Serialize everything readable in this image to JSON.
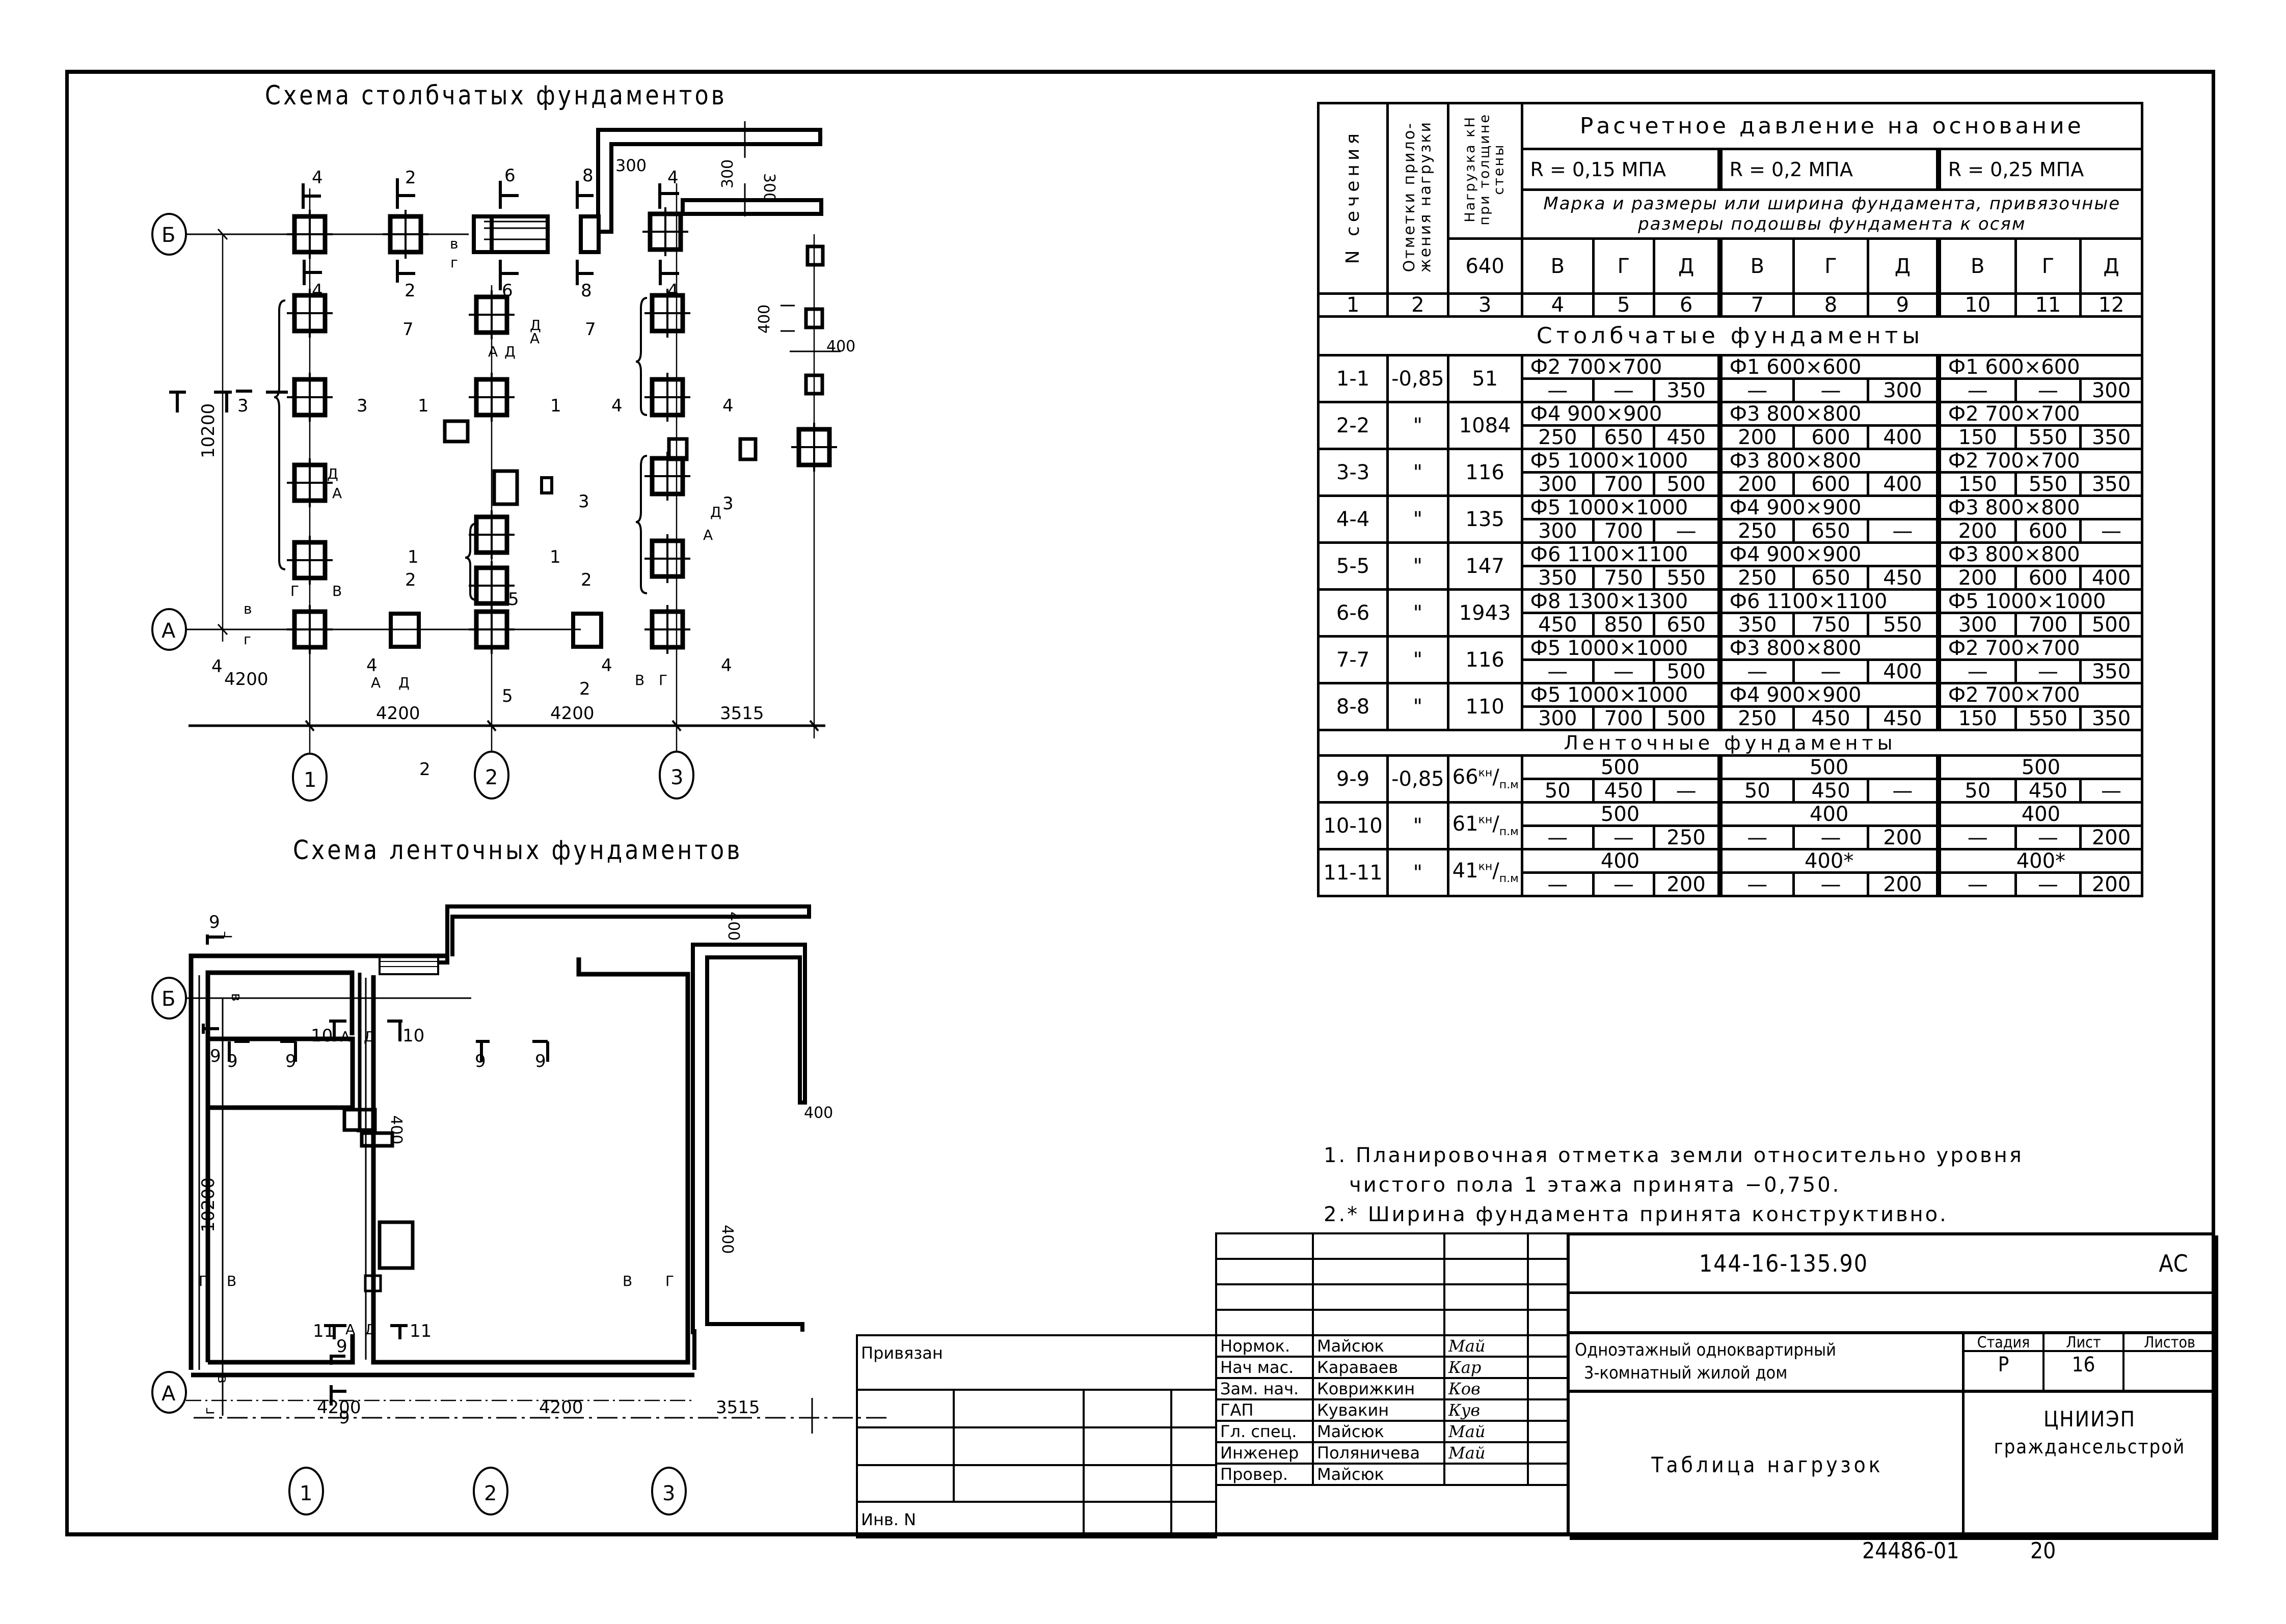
{
  "sheet": {
    "column_scheme_title": "Схема столбчатых фундаментов",
    "strip_scheme_title": "Схема ленточных фундаментов",
    "bottom_doc_number": "24486-01",
    "bottom_page": "20"
  },
  "column_plan": {
    "axes_rows": [
      "Б",
      "А"
    ],
    "axes_cols": [
      "1",
      "2",
      "3"
    ],
    "dim_spans": [
      "4200",
      "4200",
      "3515"
    ],
    "dim_height": "10200",
    "dims_misc": [
      "300",
      "300",
      "300",
      "400",
      "400"
    ],
    "section_marks": [
      "1",
      "2",
      "3",
      "4",
      "5",
      "6",
      "7",
      "8"
    ],
    "letters": [
      "А",
      "Д",
      "Г",
      "В",
      "Б"
    ]
  },
  "strip_plan": {
    "axes_rows": [
      "Б",
      "А"
    ],
    "axes_cols": [
      "1",
      "2",
      "3"
    ],
    "dim_spans": [
      "4200",
      "4200",
      "3515"
    ],
    "dim_height": "10200",
    "dims_misc": [
      "400",
      "400",
      "400",
      "400"
    ],
    "section_marks": [
      "9",
      "10",
      "11"
    ]
  },
  "load_table": {
    "col_headers": {
      "section_no": "N сечения",
      "mark_line1": "Отметки прило-",
      "mark_line2": "жения нагрузки",
      "load_line1": "Нагрузка кН",
      "load_line2": "при толщине",
      "load_line3": "стены",
      "wall_thickness": "640",
      "main": "Расчетное давление на основание",
      "pressures": [
        "R = 0,15 МПА",
        "R = 0,2 МПА",
        "R = 0,25 МПА"
      ],
      "sub": "Марка и размеры или ширина фундамента, привязочные размеры подошвы фундамента к осям",
      "letters": [
        "В",
        "Г",
        "Д",
        "В",
        "Г",
        "Д",
        "В",
        "Г",
        "Д"
      ],
      "numbers": [
        "1",
        "2",
        "3",
        "4",
        "5",
        "6",
        "7",
        "8",
        "9",
        "10",
        "11",
        "12"
      ]
    },
    "column_section_title": "Столбчатые фундаменты",
    "column_rows": [
      {
        "section": "1-1",
        "mark": "-0,85",
        "load": "51",
        "groups": [
          {
            "mark": "Ф2 700×700",
            "v": [
              "—",
              "—",
              "350"
            ]
          },
          {
            "mark": "Ф1 600×600",
            "v": [
              "—",
              "—",
              "300"
            ]
          },
          {
            "mark": "Ф1 600×600",
            "v": [
              "—",
              "—",
              "300"
            ]
          }
        ]
      },
      {
        "section": "2-2",
        "mark": "\"",
        "load": "1084",
        "groups": [
          {
            "mark": "Ф4 900×900",
            "v": [
              "250",
              "650",
              "450"
            ]
          },
          {
            "mark": "Ф3 800×800",
            "v": [
              "200",
              "600",
              "400"
            ]
          },
          {
            "mark": "Ф2 700×700",
            "v": [
              "150",
              "550",
              "350"
            ]
          }
        ]
      },
      {
        "section": "3-3",
        "mark": "\"",
        "load": "116",
        "groups": [
          {
            "mark": "Ф5 1000×1000",
            "v": [
              "300",
              "700",
              "500"
            ]
          },
          {
            "mark": "Ф3 800×800",
            "v": [
              "200",
              "600",
              "400"
            ]
          },
          {
            "mark": "Ф2 700×700",
            "v": [
              "150",
              "550",
              "350"
            ]
          }
        ]
      },
      {
        "section": "4-4",
        "mark": "\"",
        "load": "135",
        "groups": [
          {
            "mark": "Ф5 1000×1000",
            "v": [
              "300",
              "700",
              "—"
            ]
          },
          {
            "mark": "Ф4 900×900",
            "v": [
              "250",
              "650",
              "—"
            ]
          },
          {
            "mark": "Ф3 800×800",
            "v": [
              "200",
              "600",
              "—"
            ]
          }
        ]
      },
      {
        "section": "5-5",
        "mark": "\"",
        "load": "147",
        "groups": [
          {
            "mark": "Ф6 1100×1100",
            "v": [
              "350",
              "750",
              "550"
            ]
          },
          {
            "mark": "Ф4 900×900",
            "v": [
              "250",
              "650",
              "450"
            ]
          },
          {
            "mark": "Ф3 800×800",
            "v": [
              "200",
              "600",
              "400"
            ]
          }
        ]
      },
      {
        "section": "6-6",
        "mark": "\"",
        "load": "1943",
        "groups": [
          {
            "mark": "Ф8 1300×1300",
            "v": [
              "450",
              "850",
              "650"
            ]
          },
          {
            "mark": "Ф6 1100×1100",
            "v": [
              "350",
              "750",
              "550"
            ]
          },
          {
            "mark": "Ф5 1000×1000",
            "v": [
              "300",
              "700",
              "500"
            ]
          }
        ]
      },
      {
        "section": "7-7",
        "mark": "\"",
        "load": "116",
        "groups": [
          {
            "mark": "Ф5 1000×1000",
            "v": [
              "—",
              "—",
              "500"
            ]
          },
          {
            "mark": "Ф3 800×800",
            "v": [
              "—",
              "—",
              "400"
            ]
          },
          {
            "mark": "Ф2 700×700",
            "v": [
              "—",
              "—",
              "350"
            ]
          }
        ]
      },
      {
        "section": "8-8",
        "mark": "\"",
        "load": "110",
        "groups": [
          {
            "mark": "Ф5 1000×1000",
            "v": [
              "300",
              "700",
              "500"
            ]
          },
          {
            "mark": "Ф4 900×900",
            "v": [
              "250",
              "450",
              "450"
            ]
          },
          {
            "mark": "Ф2 700×700",
            "v": [
              "150",
              "550",
              "350"
            ]
          }
        ]
      }
    ],
    "strip_section_title": "Ленточные фундаменты",
    "strip_rows": [
      {
        "section": "9-9",
        "mark": "-0,85",
        "load": "66",
        "load_unit_top": "кн",
        "load_unit_bottom": "п.м",
        "groups": [
          {
            "mark": "500",
            "v": [
              "50",
              "450",
              "—"
            ]
          },
          {
            "mark": "500",
            "v": [
              "50",
              "450",
              "—"
            ]
          },
          {
            "mark": "500",
            "v": [
              "50",
              "450",
              "—"
            ]
          }
        ]
      },
      {
        "section": "10-10",
        "mark": "\"",
        "load": "61",
        "load_unit_top": "кн",
        "load_unit_bottom": "п.м",
        "groups": [
          {
            "mark": "500",
            "v": [
              "—",
              "—",
              "250"
            ]
          },
          {
            "mark": "400",
            "v": [
              "—",
              "—",
              "200"
            ]
          },
          {
            "mark": "400",
            "v": [
              "—",
              "—",
              "200"
            ]
          }
        ]
      },
      {
        "section": "11-11",
        "mark": "\"",
        "load": "41",
        "load_unit_top": "кн",
        "load_unit_bottom": "п.м",
        "groups": [
          {
            "mark": "400",
            "v": [
              "—",
              "—",
              "200"
            ]
          },
          {
            "mark": "400*",
            "v": [
              "—",
              "—",
              "200"
            ]
          },
          {
            "mark": "400*",
            "v": [
              "—",
              "—",
              "200"
            ]
          }
        ]
      }
    ]
  },
  "notes": [
    "1. Планировочная отметка земли относительно уровня",
    "   чистого пола 1 этажа принята −0,750.",
    "2.* Ширина фундамента принята конструктивно."
  ],
  "title_block": {
    "privyazan": "Привязан",
    "inv_no": "Инв. N",
    "staff": [
      {
        "role": "Нормок.",
        "name": "Майсюк",
        "sign": "Май"
      },
      {
        "role": "Нач мас.",
        "name": "Караваев",
        "sign": "Кар"
      },
      {
        "role": "Зам. нач.",
        "name": "Коврижкин",
        "sign": "Ков"
      },
      {
        "role": "ГАП",
        "name": "Кувакин",
        "sign": "Кув"
      },
      {
        "role": "Гл. спец.",
        "name": "Майсюк",
        "sign": "Май"
      },
      {
        "role": "Инженер",
        "name": "Поляничева",
        "sign": "Май"
      },
      {
        "role": "Провер.",
        "name": "Майсюк",
        "sign": ""
      }
    ],
    "doc_code": "144-16-135.90",
    "doc_mark": "АС",
    "project_line1": "Одноэтажный одноквартирный",
    "project_line2": "3-комнатный жилой дом",
    "stage_label": "Стадия",
    "sheet_label": "Лист",
    "sheets_label": "Листов",
    "stage": "Р",
    "sheet": "16",
    "sheets": "",
    "drawing_title": "Таблица нагрузок",
    "org_line1": "ЦНИИЭП",
    "org_line2": "гражданс­ельстрой"
  }
}
